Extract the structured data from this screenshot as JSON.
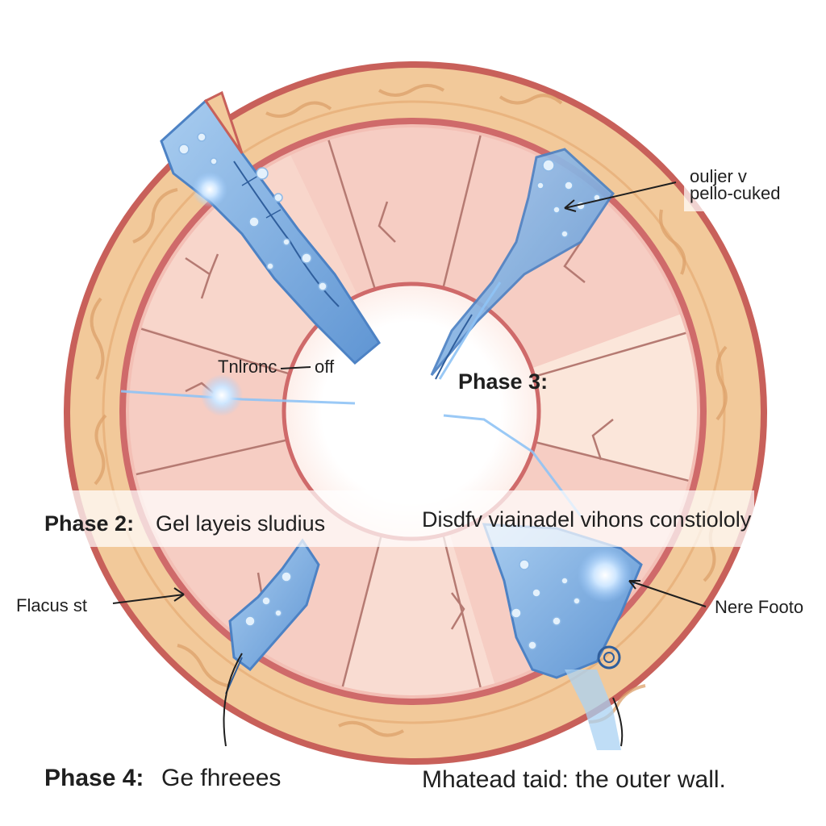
{
  "colors": {
    "outer_ring": "#f2c99a",
    "outer_ring_edge": "#c8605a",
    "inner_rim": "#cf6a6a",
    "tissue": "#f6cdc3",
    "tissue_light": "#fbe2d9",
    "crack_line": "#b57a72",
    "fluid": "#8db9e6",
    "fluid_dark": "#5b8fcf",
    "bubble": "#e4f1fc",
    "center": "#ffffff",
    "wavy_vessel": "#dca06a"
  },
  "labels": {
    "top_right_line1": "ouljer v",
    "top_right_line2": "pello-cuked",
    "left_mid": "Tnlronc",
    "left_mid_suffix": "off",
    "phase3": "Phase 3:",
    "phase2_bold": "Phase 2:",
    "phase2_text": "Gel layeis sludius",
    "right_band": "Disdfv viainadel vihons constiololy",
    "left_lower": "Flacus st",
    "right_lower": "Nere Footo",
    "phase4_bold": "Phase 4:",
    "phase4_text": "Ge fhreees",
    "bottom_right": "Mhatead taid: the outer wall."
  }
}
